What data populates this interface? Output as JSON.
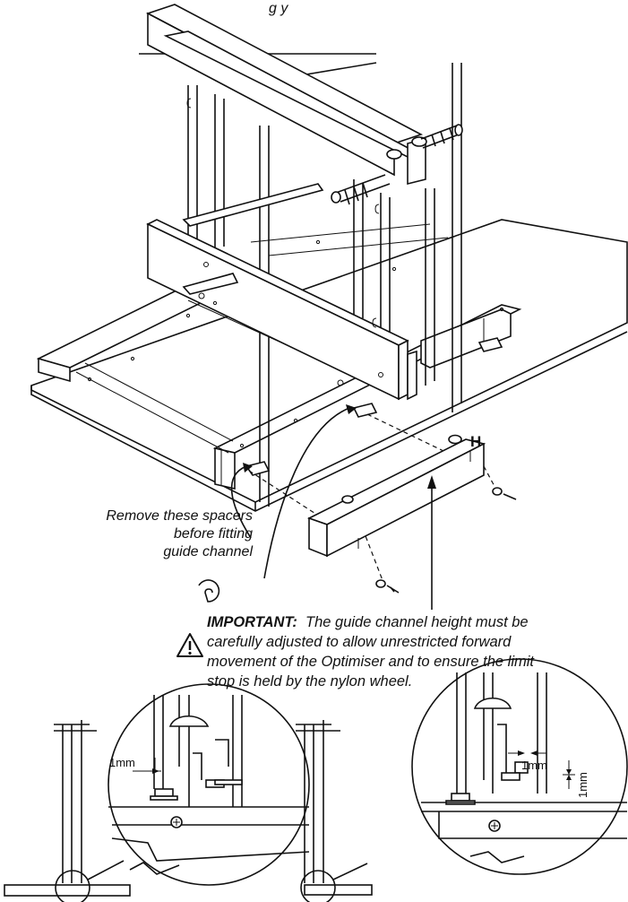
{
  "header": {
    "caption_fragment": "g            y"
  },
  "labels": {
    "part_h": "H",
    "gap_left": "1mm",
    "gap_right_a": "1mm",
    "gap_right_b": "1mm"
  },
  "notes": {
    "spacer_lines": [
      "Remove these spacers",
      "before fitting",
      "guide channel"
    ],
    "important_label": "IMPORTANT:",
    "important_lines": [
      "The guide channel height must be",
      "carefully adjusted to allow unrestricted forward",
      "movement of the Optimiser and to ensure the limit",
      "stop is held by the nylon wheel."
    ]
  },
  "icons": {
    "warning": "warning-triangle-icon"
  }
}
